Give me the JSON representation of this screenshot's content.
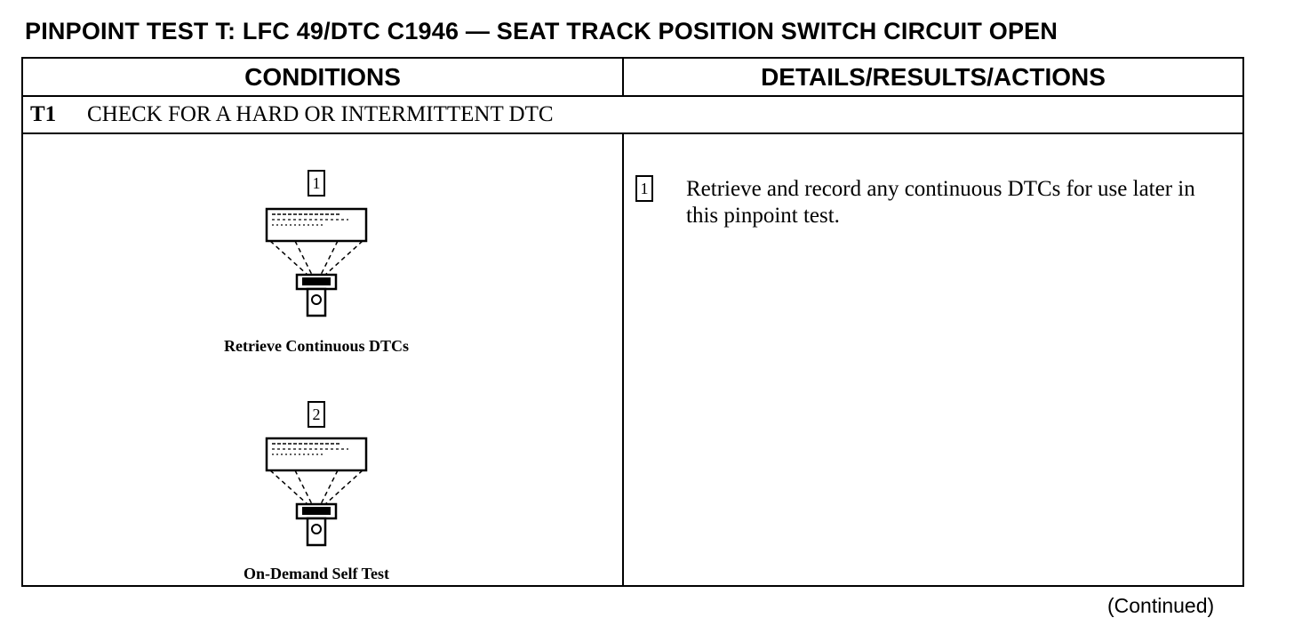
{
  "title": "PINPOINT TEST T: LFC 49/DTC C1946 — SEAT TRACK POSITION SWITCH CIRCUIT OPEN",
  "columns": {
    "conditions": "CONDITIONS",
    "details": "DETAILS/RESULTS/ACTIONS"
  },
  "step": {
    "id": "T1",
    "heading": "CHECK FOR A HARD OR INTERMITTENT DTC"
  },
  "figures": [
    {
      "number": "1",
      "caption": "Retrieve Continuous DTCs",
      "icon": "scan-tool-icon"
    },
    {
      "number": "2",
      "caption": "On-Demand Self Test",
      "icon": "scan-tool-icon"
    }
  ],
  "actions": [
    {
      "number": "1",
      "text": "Retrieve and record any continuous DTCs for use later in this pinpoint test."
    }
  ],
  "footer": {
    "continued": "(Continued)"
  }
}
